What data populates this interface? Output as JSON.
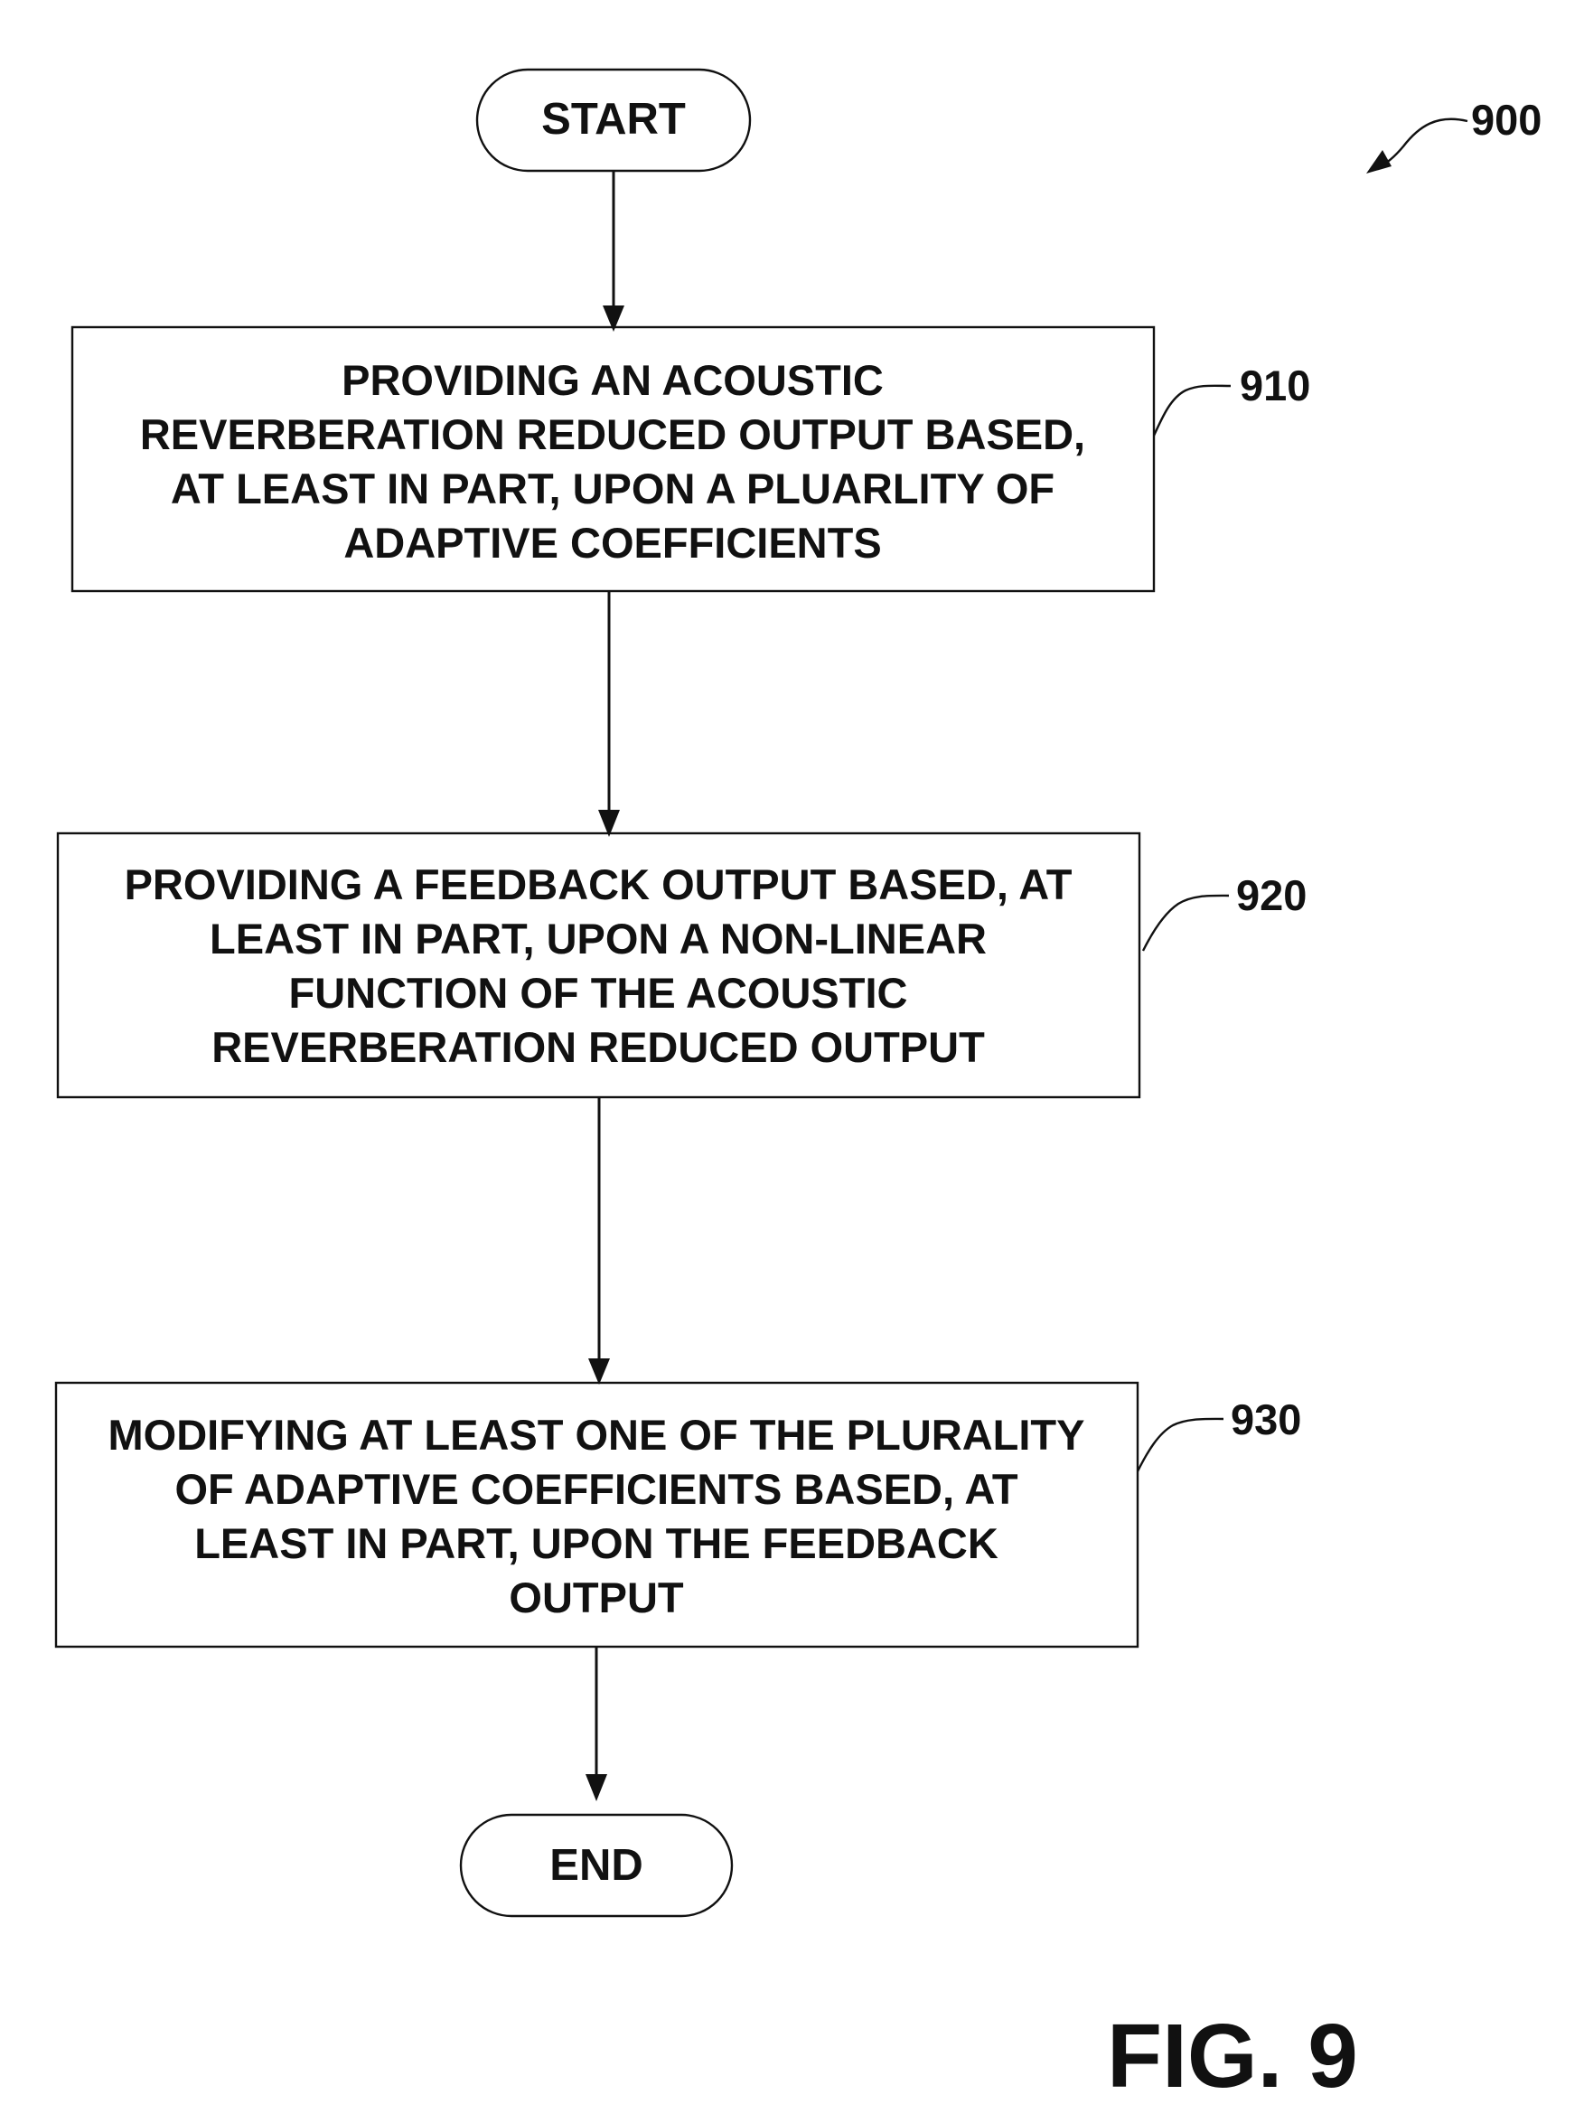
{
  "figure": {
    "caption": "FIG. 9",
    "reference_number": "900"
  },
  "terminals": {
    "start": "START",
    "end": "END"
  },
  "steps": [
    {
      "ref": "910",
      "lines": [
        "PROVIDING AN ACOUSTIC",
        "REVERBERATION REDUCED OUTPUT BASED,",
        "AT LEAST IN PART, UPON A PLUARLITY OF",
        "ADAPTIVE COEFFICIENTS"
      ]
    },
    {
      "ref": "920",
      "lines": [
        "PROVIDING A FEEDBACK OUTPUT BASED, AT",
        "LEAST IN PART, UPON A NON-LINEAR",
        "FUNCTION OF THE ACOUSTIC",
        "REVERBERATION REDUCED OUTPUT"
      ]
    },
    {
      "ref": "930",
      "lines": [
        "MODIFYING AT LEAST ONE OF THE PLURALITY",
        "OF ADAPTIVE COEFFICIENTS BASED, AT",
        "LEAST IN PART, UPON THE FEEDBACK",
        "OUTPUT"
      ]
    }
  ]
}
